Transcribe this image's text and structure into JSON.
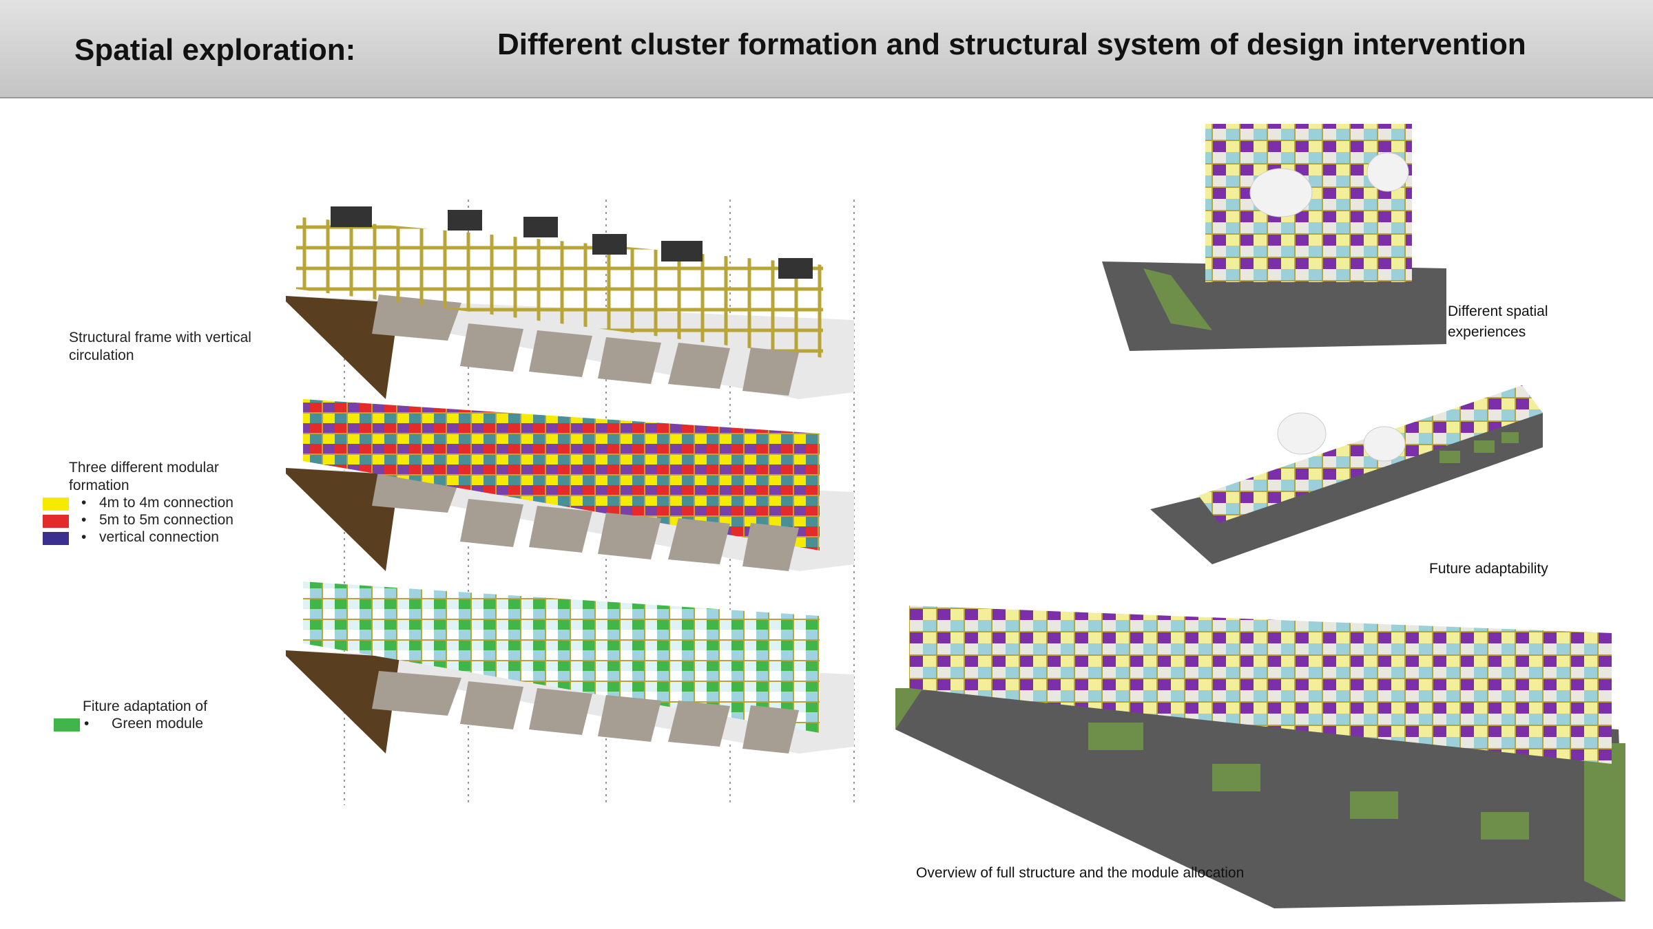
{
  "header": {
    "title_left": "Spatial exploration:",
    "title_right": "Different cluster formation and structural system of design intervention"
  },
  "left_labels": {
    "structural": [
      "Structural frame with vertical",
      "circulation"
    ],
    "modular": [
      "Three different modular",
      "formation"
    ],
    "legend": [
      {
        "color": "#f6ea00",
        "text": "4m to 4m connection"
      },
      {
        "color": "#e32b2b",
        "text": "5m to 5m connection"
      },
      {
        "color": "#3b2f8f",
        "text": "vertical connection"
      }
    ],
    "future": "Fiture adaptation of",
    "green_legend": {
      "color": "#3fb54a",
      "text": "Green module"
    },
    "bullet": "•"
  },
  "captions": {
    "spatial": [
      "Different spatial",
      "experiences"
    ],
    "adaptability": "Future adaptability",
    "overview": "Overview of full structure and the module allocation"
  },
  "colors": {
    "yellow": "#f6ea00",
    "red": "#e32b2b",
    "purple": "#3b2f8f",
    "green": "#3fb54a",
    "frame": "#b9a537",
    "teal": "#4a8f95",
    "ground": "#5a5a5a"
  }
}
